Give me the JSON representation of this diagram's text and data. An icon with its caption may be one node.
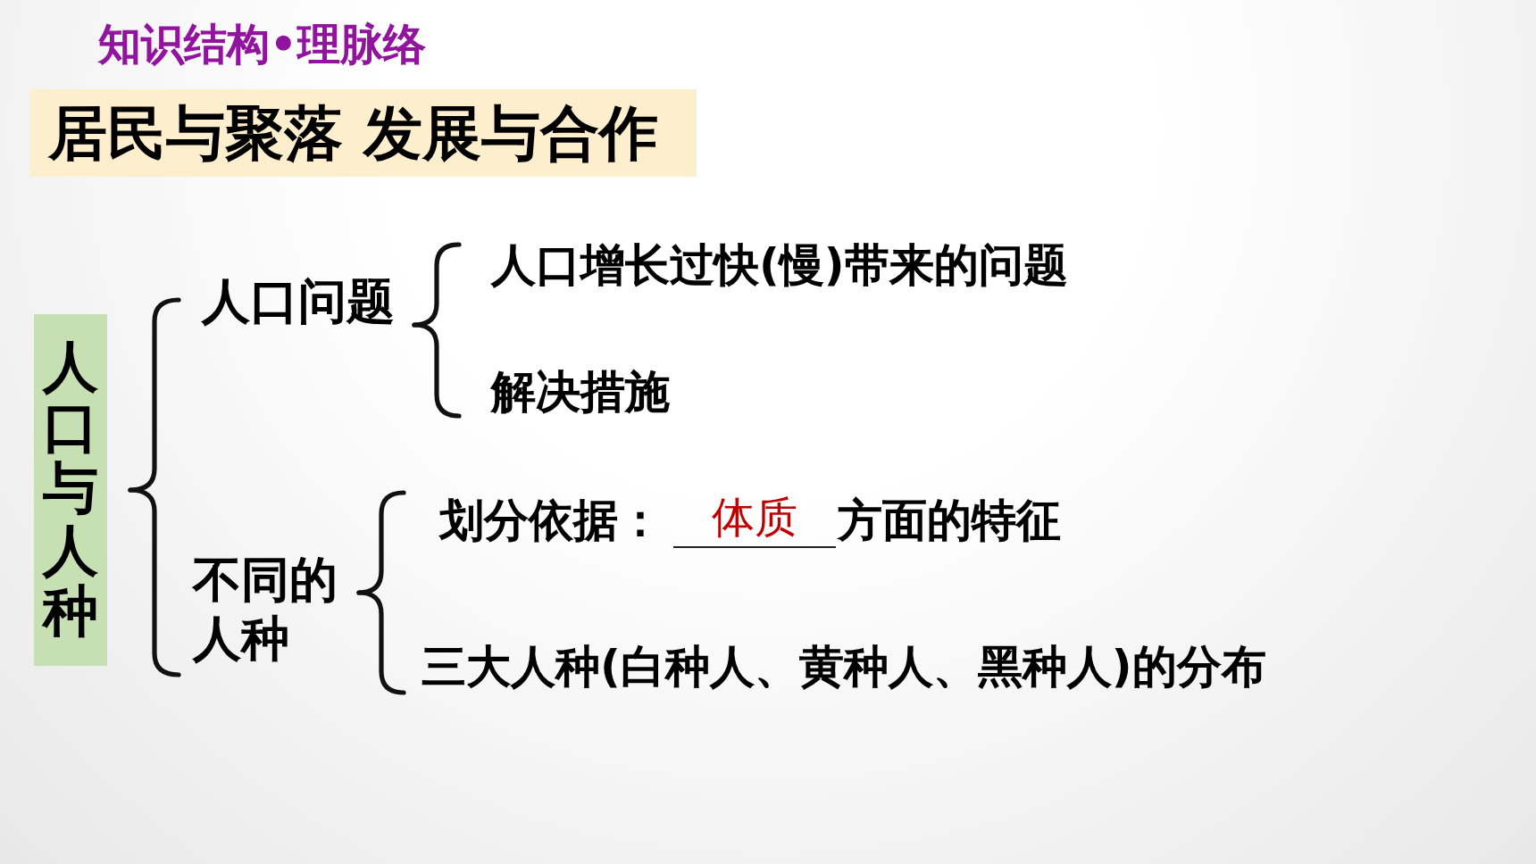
{
  "diagram": {
    "title": "居民与聚落 发展与合作",
    "nodes": [
      {
        "text": [
          "人口与人种"
        ]
      },
      {
        "text": [
          "人口问题"
        ]
      },
      {
        "text": [
          "人口增长过快(慢)带来的问题"
        ]
      },
      {
        "text": [
          "解决措施"
        ]
      },
      {
        "text": [
          "不同的人种"
        ]
      },
      {
        "text": [
          "划分依据：",
          "体质",
          "方面的特征"
        ]
      },
      {
        "text": [
          "三大人种(白种人、黄种人、黑种人)的分布"
        ]
      }
    ],
    "edges": [
      {
        "from": 0,
        "to": 1,
        "arrow": "none"
      },
      {
        "from": 0,
        "to": 4,
        "arrow": "none"
      },
      {
        "from": 1,
        "to": 2,
        "arrow": "none"
      },
      {
        "from": 1,
        "to": 3,
        "arrow": "none"
      },
      {
        "from": 4,
        "to": 5,
        "arrow": "none"
      },
      {
        "from": 4,
        "to": 6,
        "arrow": "none"
      }
    ],
    "labels": [
      "知识结构•理脉络"
    ]
  }
}
